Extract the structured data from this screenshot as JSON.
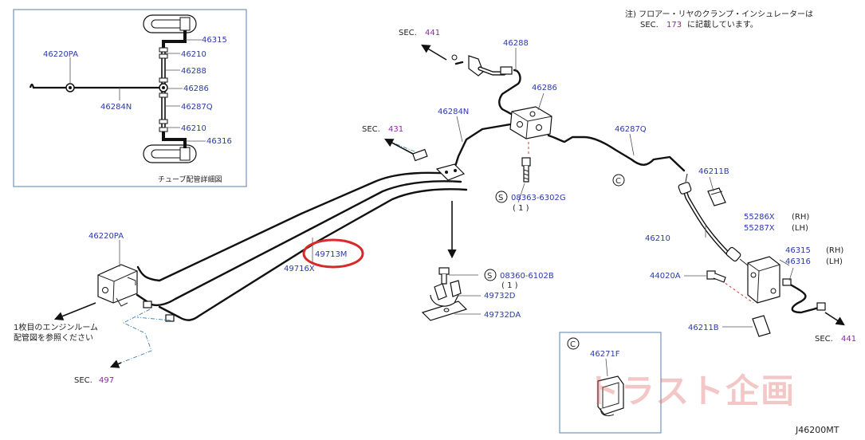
{
  "note": {
    "line1": "注) フロアー・リヤのクランプ・インシュレーターは",
    "line2_prefix": "SEC.",
    "line2_num": "173",
    "line2_suffix": "に記載しています。"
  },
  "inset": {
    "caption": "チューブ配管詳細図",
    "labels": {
      "p46315": "46315",
      "p46210_top": "46210",
      "p46220pa": "46220PA",
      "p46288": "46288",
      "p46286": "46286",
      "p46284n": "46284N",
      "p46287q": "46287Q",
      "p46210_bot": "46210",
      "p46316": "46316"
    }
  },
  "sections": {
    "s441_top": {
      "prefix": "SEC.",
      "num": "441"
    },
    "s431": {
      "prefix": "SEC.",
      "num": "431"
    },
    "s497": {
      "prefix": "SEC.",
      "num": "497"
    },
    "s441_right": {
      "prefix": "SEC.",
      "num": "441"
    }
  },
  "parts": {
    "p46288": "46288",
    "p46286": "46286",
    "p46284n": "46284N",
    "p46287q": "46287Q",
    "p46211b_top": "46211B",
    "p08363": "08363-6302G",
    "p08363_qty": "( 1 )",
    "p46220pa": "46220PA",
    "p49713m": "49713M",
    "p49716x": "49716X",
    "p08360": "08360-6102B",
    "p08360_qty": "( 1 )",
    "p49732d": "49732D",
    "p49732da": "49732DA",
    "p55286x": "55286X",
    "p55286x_side": "(RH)",
    "p55287x": "55287X",
    "p55287x_side": "(LH)",
    "p46210": "46210",
    "p46315": "46315",
    "p46315_side": "(RH)",
    "p46316": "46316",
    "p46316_side": "(LH)",
    "p44020a": "44020A",
    "p46211b_bot": "46211B",
    "p46271f": "46271F"
  },
  "engine_note": {
    "line1": "1枚目のエンジンルーム",
    "line2": "配管図を参照ください"
  },
  "markers": {
    "c": "C",
    "s": "S"
  },
  "watermark": "トラスト企画",
  "diagram_id": "J46200MT"
}
